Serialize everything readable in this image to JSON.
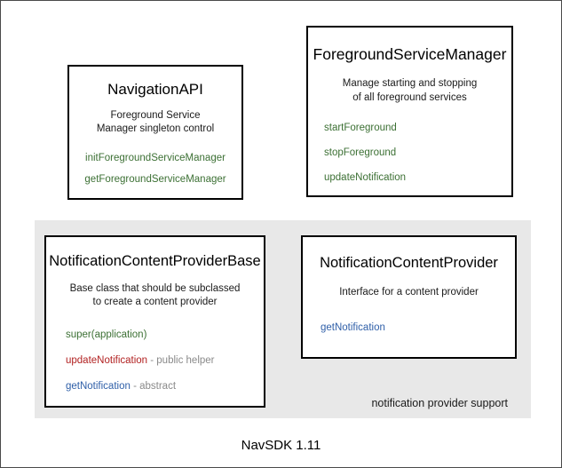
{
  "diagram": {
    "footer": "NavSDK 1.11",
    "panel": {
      "label": "notification provider support"
    },
    "boxes": {
      "navigation_api": {
        "title": "NavigationAPI",
        "description_line1": "Foreground Service",
        "description_line2": "Manager singleton control",
        "methods": [
          {
            "name": "initForegroundServiceManager",
            "note": "",
            "color": "#3c7034"
          },
          {
            "name": "getForegroundServiceManager",
            "note": "",
            "color": "#3c7034"
          }
        ]
      },
      "foreground_service_manager": {
        "title": "ForegroundServiceManager",
        "description_line1": "Manage starting and stopping",
        "description_line2": "of all foreground services",
        "methods": [
          {
            "name": "startForeground",
            "note": "",
            "color": "#3c7034"
          },
          {
            "name": "stopForeground",
            "note": "",
            "color": "#3c7034"
          },
          {
            "name": "updateNotification",
            "note": "",
            "color": "#3c7034"
          }
        ]
      },
      "notification_content_provider_base": {
        "title": "NotificationContentProviderBase",
        "description_line1": "Base class that should be subclassed",
        "description_line2": "to create a content provider",
        "methods": [
          {
            "name": "super(application)",
            "note": "",
            "color": "#3c7034"
          },
          {
            "name": "updateNotification",
            "note": " - public helper",
            "color": "#b22222"
          },
          {
            "name": "getNotification",
            "note": " - abstract",
            "color": "#2f5fa8"
          }
        ]
      },
      "notification_content_provider": {
        "title": "NotificationContentProvider",
        "description_line1": "Interface for a content provider",
        "description_line2": "",
        "methods": [
          {
            "name": "getNotification",
            "note": "",
            "color": "#2f5fa8"
          }
        ]
      }
    }
  },
  "colors": {
    "method_green": "#3c7034",
    "method_red": "#b22222",
    "method_blue": "#2f5fa8",
    "note_gray": "#8a8a8a",
    "panel_background": "#e8e8e8",
    "frame_border": "#4a4a4a"
  }
}
